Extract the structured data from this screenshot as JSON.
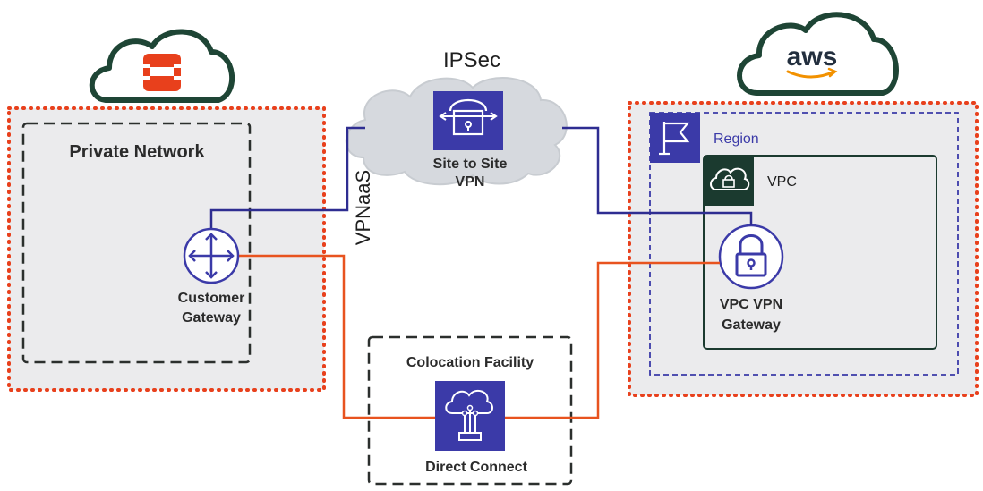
{
  "diagram": {
    "ipsec_label": "IPSec",
    "vpnaas_label": "VPNaaS",
    "private_network_label": "Private Network",
    "customer_gateway_line1": "Customer",
    "customer_gateway_line2": "Gateway",
    "site_to_site_line1": "Site to Site",
    "site_to_site_line2": "VPN",
    "colocation_label": "Colocation Facility",
    "direct_connect_label": "Direct Connect",
    "aws_logo_text": "aws",
    "region_label": "Region",
    "vpc_label": "VPC",
    "vpc_vpn_gateway_line1": "VPC VPN",
    "vpc_vpn_gateway_line2": "Gateway"
  },
  "colors": {
    "vpn_link": "#2e2d91",
    "direct_connect_link": "#e8531f",
    "openstack_red": "#e8401c",
    "aws_service_blue": "#3b3aa8",
    "vpc_dark": "#1b3a2f",
    "panel_gray": "#ebebed"
  },
  "icons": [
    "openstack-logo-icon",
    "aws-logo-icon",
    "router-icon",
    "vpn-lock-icon",
    "region-flag-icon",
    "vpc-cloud-lock-icon",
    "padlock-icon",
    "direct-connect-icon"
  ]
}
